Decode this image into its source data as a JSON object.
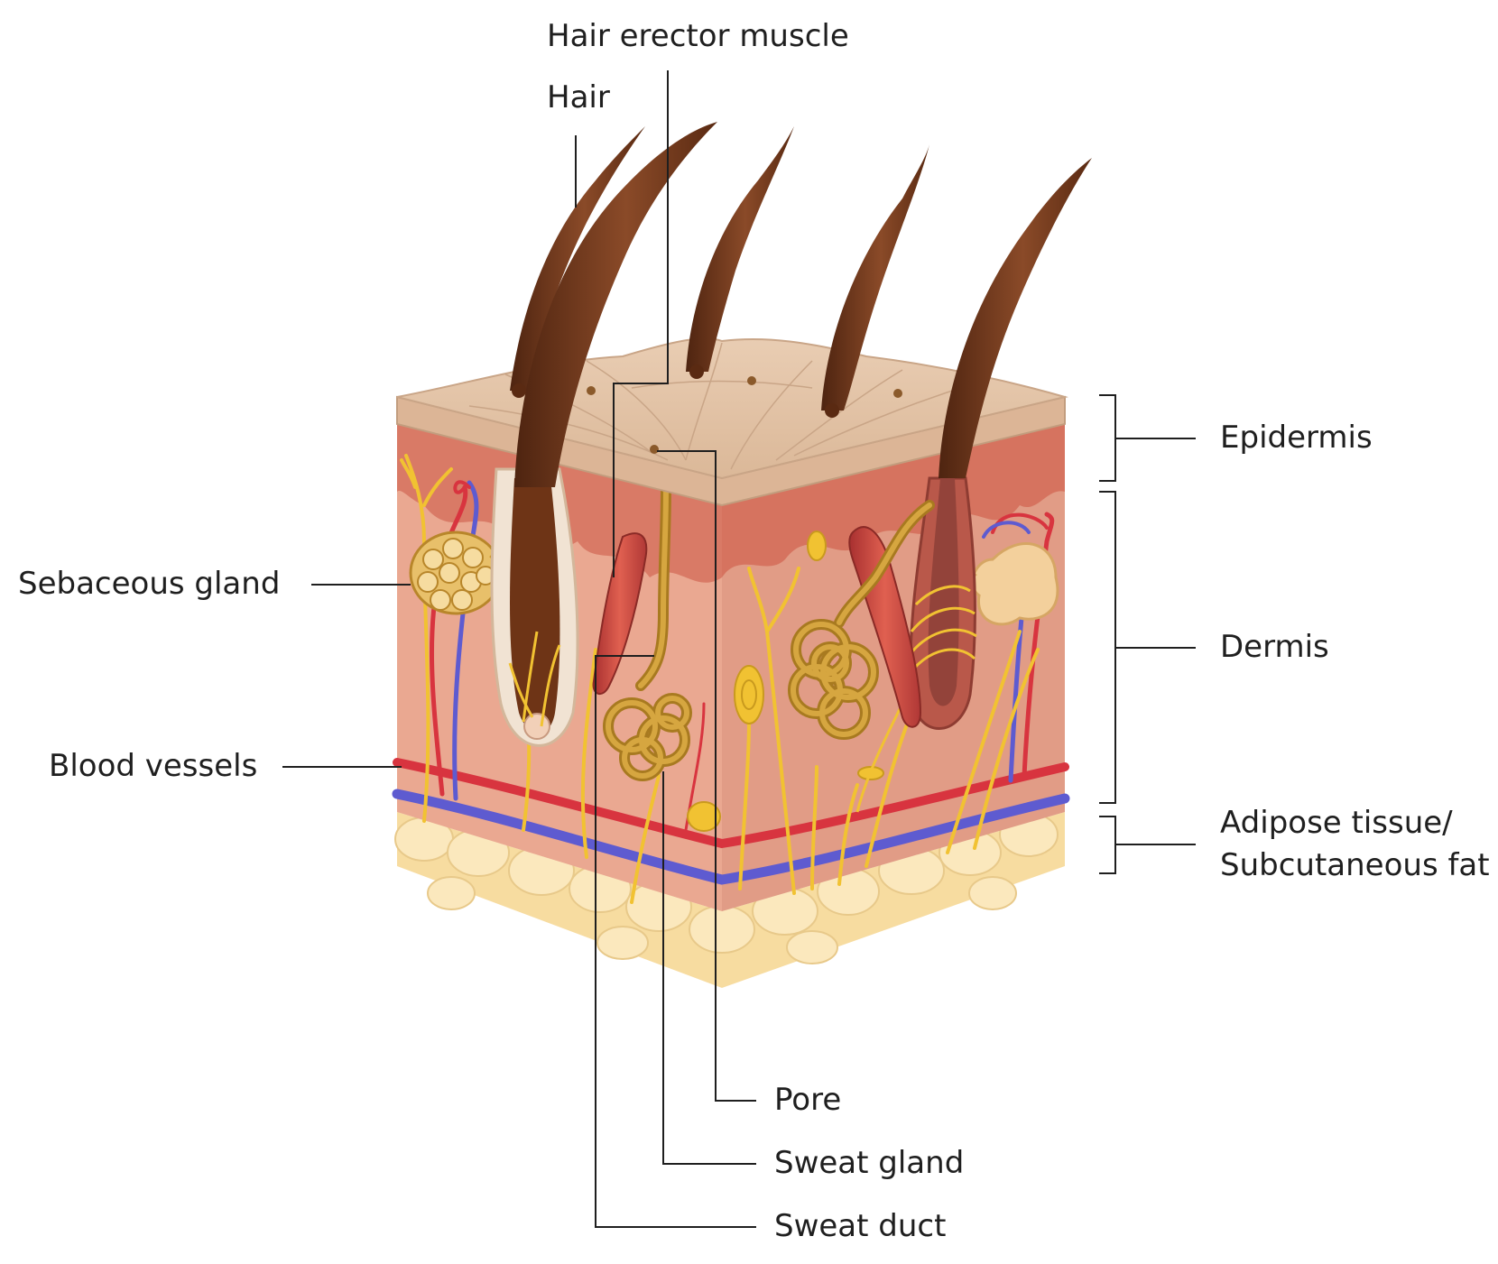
{
  "labels": {
    "hair_erector_muscle": "Hair erector muscle",
    "hair": "Hair",
    "epidermis": "Epidermis",
    "dermis": "Dermis",
    "adipose_line1": "Adipose tissue/",
    "adipose_line2": "Subcutaneous fat",
    "sebaceous_gland": "Sebaceous gland",
    "blood_vessels": "Blood vessels",
    "pore": "Pore",
    "sweat_gland": "Sweat gland",
    "sweat_duct": "Sweat duct"
  },
  "colors": {
    "epidermis_top": "#e2c3a6",
    "epidermis_side": "#dcb596",
    "dermis_upper": "#d97a66",
    "dermis": "#eaa891",
    "dermis_right": "#e19c86",
    "fat": "#f7dca0",
    "fat_lobe": "#fbe8bd",
    "hair": "#6e3416",
    "hair_highlight": "#9b5a36",
    "gland": "#c9972e",
    "nerve": "#f1c232",
    "artery": "#d8343f",
    "vein": "#5e5bd0",
    "muscle": "#c9443e",
    "leader_line": "#1f1f1f"
  }
}
